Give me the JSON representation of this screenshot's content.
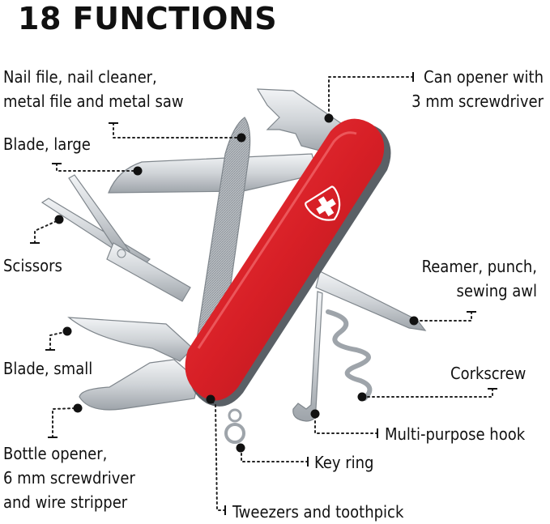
{
  "title": "18 FUNCTIONS",
  "colors": {
    "handle_red": "#d71f26",
    "steel": "#cfd3d7",
    "text": "#111111",
    "background": "#ffffff"
  },
  "labels": {
    "nail_file": [
      "Nail file, nail cleaner,",
      "metal file and metal saw"
    ],
    "blade_large": "Blade, large",
    "scissors": "Scissors",
    "blade_small": "Blade, small",
    "bottle_opener": [
      "Bottle opener,",
      "6 mm screwdriver",
      "and wire stripper"
    ],
    "can_opener": [
      "Can opener with",
      "3 mm screwdriver"
    ],
    "reamer": [
      "Reamer, punch,",
      "sewing awl"
    ],
    "corkscrew": "Corkscrew",
    "multi_hook": "Multi-purpose hook",
    "key_ring": "Key ring",
    "tweezers": "Tweezers and toothpick"
  }
}
